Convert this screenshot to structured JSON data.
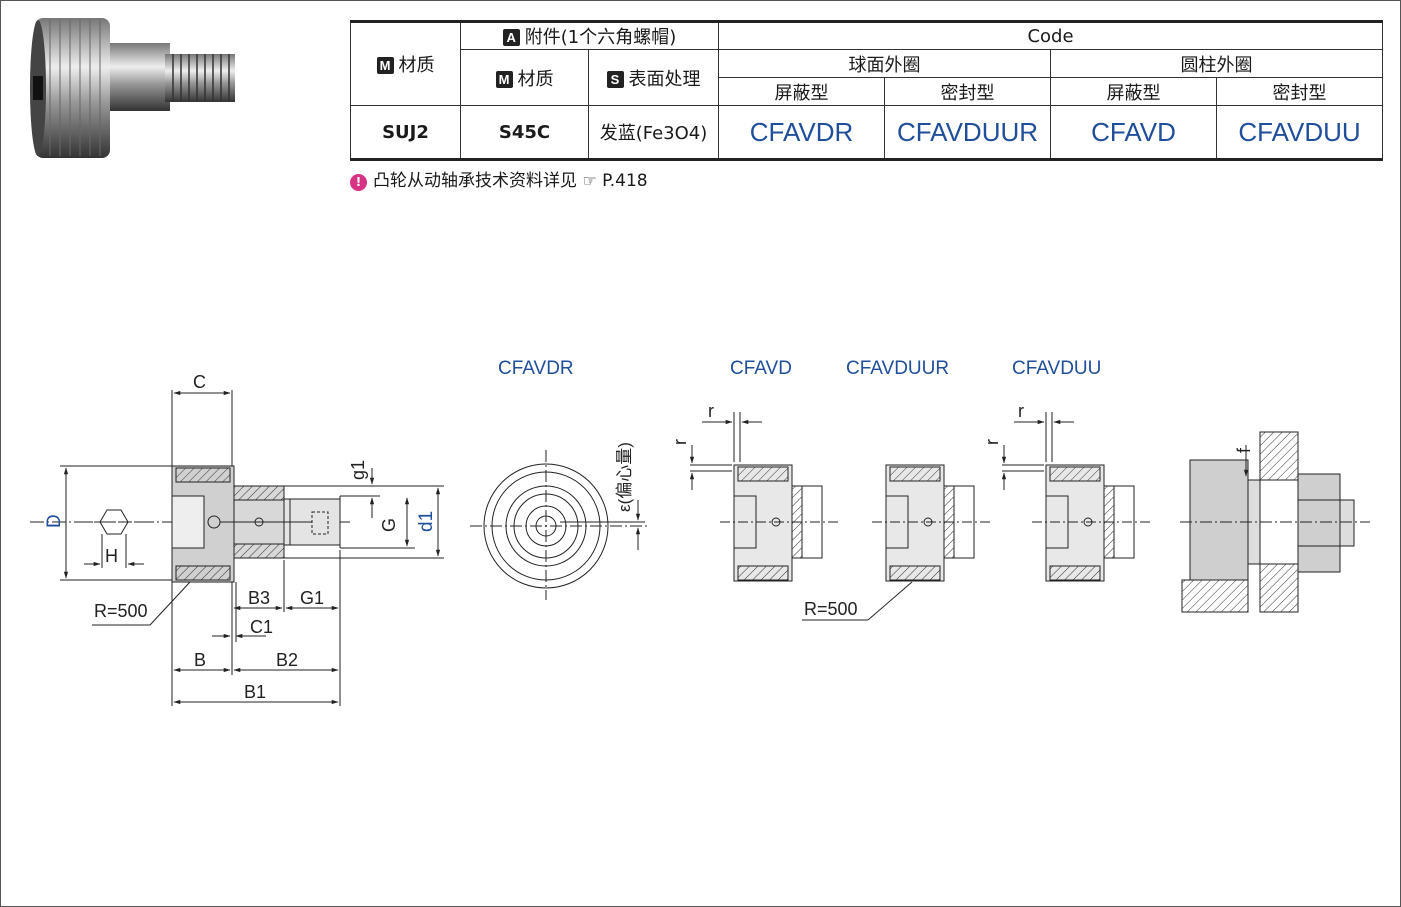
{
  "table": {
    "header": {
      "material": "材质",
      "attachment": "附件(1个六角螺帽)",
      "attachment_material": "材质",
      "surface": "表面处理",
      "code": "Code",
      "spherical": "球面外圈",
      "cylindrical": "圆柱外圈",
      "shielded_1": "屏蔽型",
      "sealed_1": "密封型",
      "shielded_2": "屏蔽型",
      "sealed_2": "密封型",
      "badge_m": "M",
      "badge_a": "A",
      "badge_s": "S"
    },
    "row": {
      "material": "SUJ2",
      "attachment_material": "S45C",
      "surface": "发蓝(Fe3O4)",
      "code_1": "CFAVDR",
      "code_2": "CFAVDUUR",
      "code_3": "CFAVD",
      "code_4": "CFAVDUU"
    }
  },
  "note": {
    "text": "凸轮从动轴承技术资料详见",
    "page": "P.418"
  },
  "drawing": {
    "labels": {
      "C": "C",
      "D": "D",
      "H": "H",
      "g1": "g1",
      "G": "G",
      "d1": "d1",
      "R500": "R=500",
      "B3": "B3",
      "G1": "G1",
      "C1": "C1",
      "B": "B",
      "B2": "B2",
      "B1": "B1",
      "eccentric": "ε(偏心量)",
      "cfavdr": "CFAVDR",
      "cfavd": "CFAVD",
      "cfavduur": "CFAVDUUR",
      "cfavduu": "CFAVDUU",
      "r": "r",
      "f": "f",
      "R500b": "R=500"
    },
    "colors": {
      "blue": "#1f4e9a",
      "line": "#222222",
      "body": "#cfcfcf"
    }
  }
}
